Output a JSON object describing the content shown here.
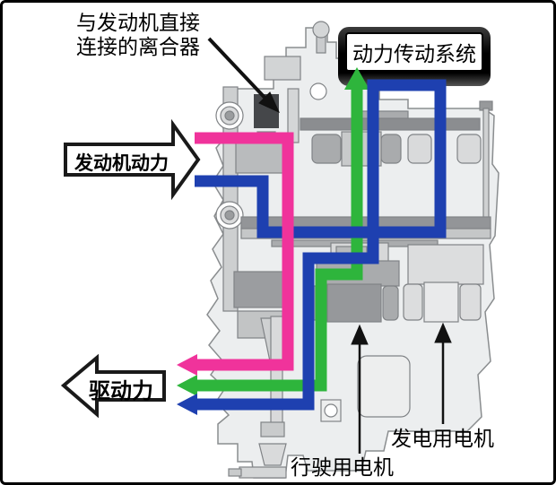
{
  "diagram": {
    "type": "powertrain-cutaway",
    "background": "#ffffff",
    "frame_border_color": "#000000"
  },
  "labels": {
    "clutch": {
      "line1": "与发动机直接",
      "line2": "连接的离合器"
    },
    "powertrain_box": {
      "text": "动力传动系统",
      "bg": "#000000",
      "panel": "#ffffff",
      "text_color": "#000000"
    },
    "engine_power_arrow": {
      "text": "发动机动力"
    },
    "drive_force_arrow": {
      "text": "驱动力"
    },
    "generator_motor": {
      "text": "发电用电机"
    },
    "drive_motor": {
      "text": "行驶用电机"
    }
  },
  "flows": [
    {
      "name": "mechanical-drive-flow",
      "color": "#F0339B"
    },
    {
      "name": "motor-drive-flow",
      "color": "#2EB53C"
    },
    {
      "name": "electrical-transmission-flow",
      "color": "#1E40B0"
    }
  ],
  "annotation": {
    "arrow_color": "#000000",
    "block_arrow_fill": "#ffffff",
    "block_arrow_stroke": "#1a1a1a"
  }
}
